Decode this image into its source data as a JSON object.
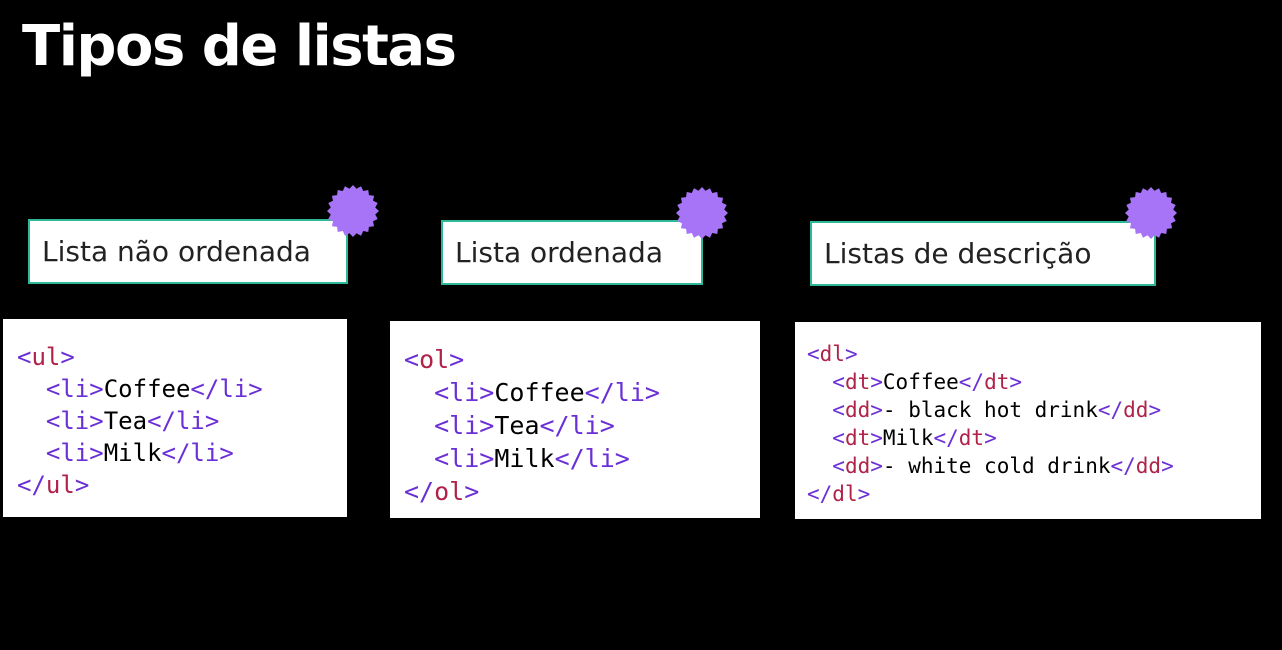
{
  "title": "Tipos de listas",
  "colors": {
    "background": "#000000",
    "label_border": "#2fb79a",
    "badge": "#a874f7",
    "tag_bracket": "#6a2fd6",
    "tag_name": "#b0224a"
  },
  "cards": [
    {
      "label": "Lista não ordenada",
      "badge_icon": "scalloped-badge-icon",
      "code": [
        {
          "indent": "",
          "open": "<ul>",
          "text": "",
          "close": ""
        },
        {
          "indent": "  ",
          "open": "<li>",
          "text": "Coffee",
          "close": "</li>"
        },
        {
          "indent": "  ",
          "open": "<li>",
          "text": "Tea",
          "close": "</li>"
        },
        {
          "indent": "  ",
          "open": "<li>",
          "text": "Milk",
          "close": "</li>"
        },
        {
          "indent": "",
          "open": "</ul>",
          "text": "",
          "close": ""
        }
      ]
    },
    {
      "label": "Lista ordenada",
      "badge_icon": "scalloped-badge-icon",
      "code": [
        {
          "indent": "",
          "open": "<ol>",
          "text": "",
          "close": ""
        },
        {
          "indent": "  ",
          "open": "<li>",
          "text": "Coffee",
          "close": "</li>"
        },
        {
          "indent": "  ",
          "open": "<li>",
          "text": "Tea",
          "close": "</li>"
        },
        {
          "indent": "  ",
          "open": "<li>",
          "text": "Milk",
          "close": "</li>"
        },
        {
          "indent": "",
          "open": "</ol>",
          "text": "",
          "close": ""
        }
      ]
    },
    {
      "label": "Listas de descrição",
      "badge_icon": "scalloped-badge-icon",
      "code": [
        {
          "indent": "",
          "open": "<dl>",
          "text": "",
          "close": ""
        },
        {
          "indent": "  ",
          "open": "<dt>",
          "text": "Coffee",
          "close": "</dt>"
        },
        {
          "indent": "  ",
          "open": "<dd>",
          "text": "- black hot drink",
          "close": "</dd>"
        },
        {
          "indent": "  ",
          "open": "<dt>",
          "text": "Milk",
          "close": "</dt>"
        },
        {
          "indent": "  ",
          "open": "<dd>",
          "text": "- white cold drink",
          "close": "</dd>"
        },
        {
          "indent": "",
          "open": "</dl>",
          "text": "",
          "close": ""
        }
      ]
    }
  ]
}
